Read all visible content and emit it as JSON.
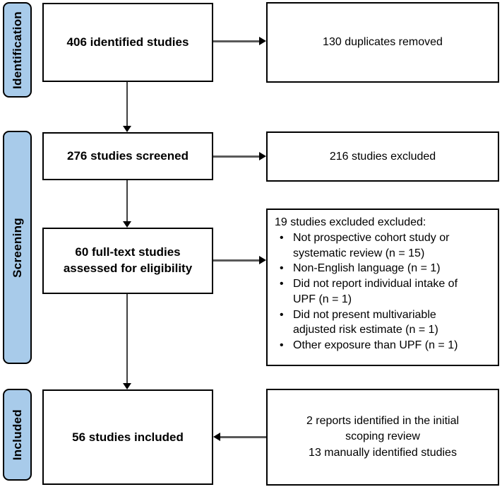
{
  "diagram": {
    "stages": [
      {
        "label": "Identification"
      },
      {
        "label": "Screening"
      },
      {
        "label": "Included"
      }
    ],
    "main_boxes": [
      {
        "text": "406 identified studies"
      },
      {
        "text": "276 studies screened"
      },
      {
        "text": "60 full-text studies assessed for eligibility"
      },
      {
        "text": "56 studies included"
      }
    ],
    "side_boxes": {
      "duplicates": "130 duplicates removed",
      "excluded_screening": "216 studies excluded",
      "fulltext_exclusions": {
        "heading": "19 studies excluded excluded:",
        "items": [
          "Not prospective cohort study or systematic review (n = 15)",
          "Non-English language (n = 1)",
          "Did not report individual intake of UPF (n = 1)",
          "Did not present multivariable adjusted risk estimate (n = 1)",
          "Other exposure than UPF (n = 1)"
        ]
      },
      "manual_additions": {
        "line1": "2 reports identified in the initial scoping review",
        "line2": "13 manually identified studies"
      }
    },
    "colors": {
      "stage_fill": "#A8CBEA",
      "stage_border": "#000000",
      "box_border": "#000000",
      "arrow_line": "#595959",
      "arrow_head": "#000000",
      "background": "#FFFFFF"
    }
  }
}
